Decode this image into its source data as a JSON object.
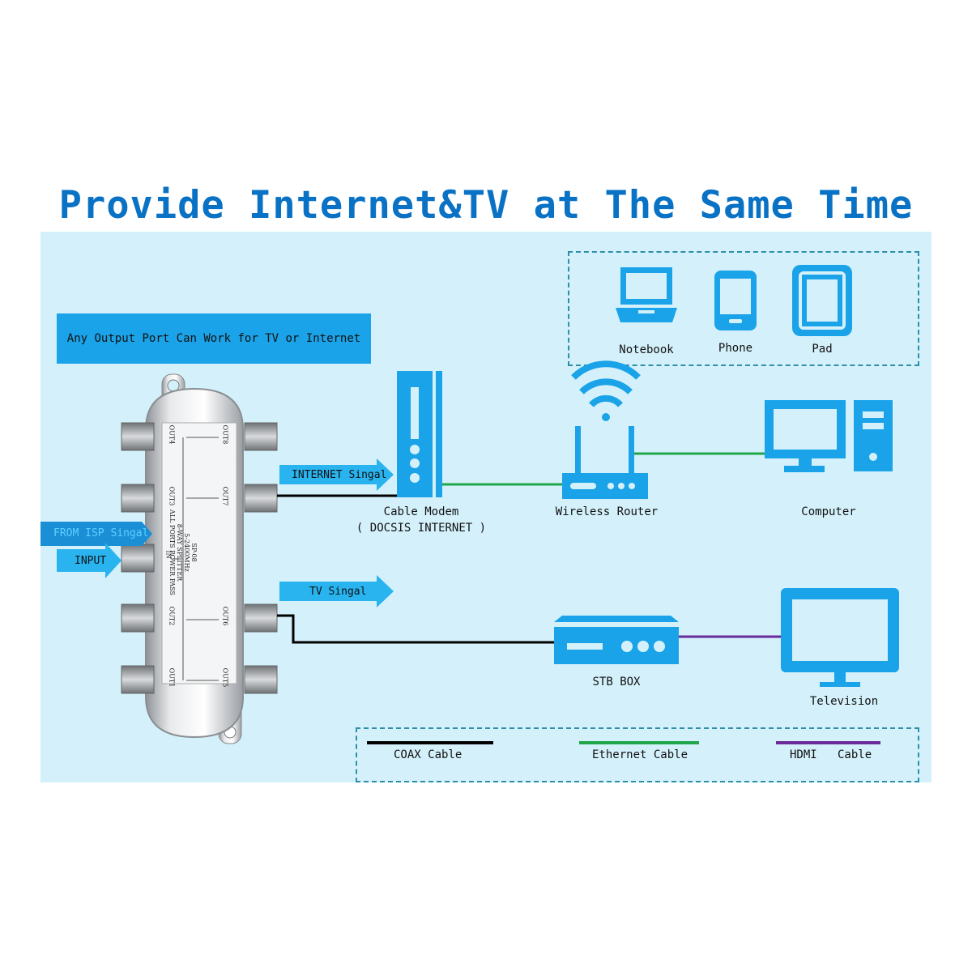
{
  "title": "Provide Internet&TV at The Same Time",
  "note": "Any Output Port Can Work for TV or Internet",
  "splitter": {
    "model": "SP-08",
    "freq": "5-2400MHz",
    "type": "8-WAY SPLITTER",
    "pass": "ALL PORTS POWER PASS",
    "in_label": "IN",
    "ports": {
      "out1": "OUT1",
      "out2": "OUT2",
      "out3": "OUT3",
      "out4": "OUT4",
      "out5": "OUT5",
      "out6": "OUT6",
      "out7": "OUT7",
      "out8": "OUT8"
    }
  },
  "signals": {
    "from_isp": "FROM ISP Singal",
    "input": "INPUT",
    "internet": "INTERNET Singal",
    "tv": "TV Singal"
  },
  "devices": {
    "modem_line1": "Cable Modem",
    "modem_line2": "( DOCSIS INTERNET )",
    "router": "Wireless Router",
    "computer": "Computer",
    "stb": "STB BOX",
    "television": "Television",
    "notebook": "Notebook",
    "phone": "Phone",
    "pad": "Pad"
  },
  "legend": {
    "coax": "COAX Cable",
    "ethernet": "Ethernet Cable",
    "hdmi": "HDMI   Cable"
  },
  "colors": {
    "title": "#0a72c4",
    "device_blue": "#1aa3e8",
    "panel_bg": "#d4f1fb",
    "coax": "#000000",
    "ethernet": "#1fa64a",
    "hdmi": "#6a2a9a"
  }
}
